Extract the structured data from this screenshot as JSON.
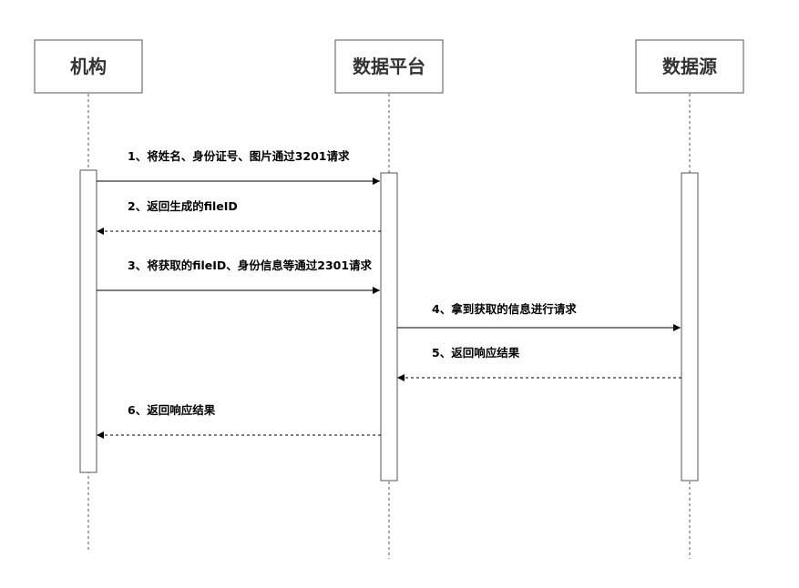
{
  "participants": [
    {
      "id": "org",
      "label": "机构"
    },
    {
      "id": "platform",
      "label": "数据平台"
    },
    {
      "id": "source",
      "label": "数据源"
    }
  ],
  "messages": [
    {
      "from": "org",
      "to": "platform",
      "style": "solid",
      "label": "1、将姓名、身份证号、图片通过3201请求"
    },
    {
      "from": "platform",
      "to": "org",
      "style": "dashed",
      "label": "2、返回生成的fileID"
    },
    {
      "from": "org",
      "to": "platform",
      "style": "solid",
      "label": "3、将获取的fileID、身份信息等通过2301请求"
    },
    {
      "from": "platform",
      "to": "source",
      "style": "solid",
      "label": "4、拿到获取的信息进行请求"
    },
    {
      "from": "source",
      "to": "platform",
      "style": "dashed",
      "label": "5、返回响应结果"
    },
    {
      "from": "platform",
      "to": "org",
      "style": "dashed",
      "label": "6、返回响应结果"
    }
  ],
  "colors": {
    "line": "#000000",
    "box_border": "#555555",
    "box_fill": "#ffffff",
    "lifeline": "#555555",
    "actor_text": "#333333",
    "message_text": "#000000"
  }
}
